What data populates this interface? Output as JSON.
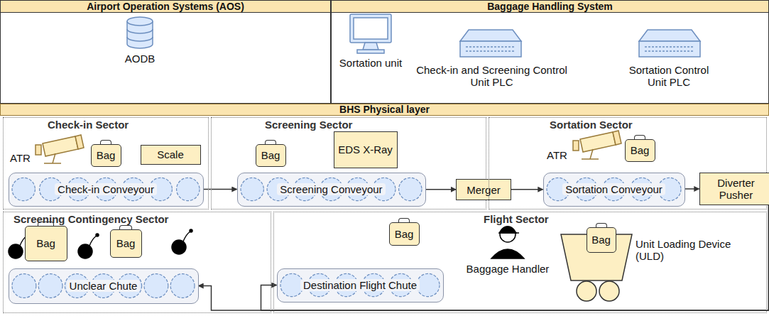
{
  "diagram": {
    "nodes": [
      {
        "text": [
          "Airport Operation Systems (AOS)"
        ]
      },
      {
        "text": [
          "Baggage Handling System"
        ]
      },
      {
        "text": [
          "BHS Physical layer"
        ]
      },
      {
        "text": [
          "Check-in Sector"
        ]
      },
      {
        "text": [
          "Bag"
        ],
        "in": 3
      },
      {
        "text": [
          "Scale"
        ],
        "in": 3
      },
      {
        "text": [
          "Check-in Conveyour"
        ],
        "in": 3
      },
      {
        "text": [
          "Screening Sector"
        ]
      },
      {
        "text": [
          "Bag"
        ],
        "in": 7
      },
      {
        "text": [
          "EDS X-Ray"
        ],
        "in": 7
      },
      {
        "text": [
          "Screening Conveyour"
        ],
        "in": 7
      },
      {
        "text": [
          "Merger"
        ]
      },
      {
        "text": [
          "Sortation Sector"
        ]
      },
      {
        "text": [
          "Bag"
        ],
        "in": 12
      },
      {
        "text": [
          "Sortation Conveyour"
        ],
        "in": 12
      },
      {
        "text": [
          "Diverter Pusher"
        ],
        "in": 12
      },
      {
        "text": [
          "Screening Contingency Sector"
        ]
      },
      {
        "text": [
          "Bag"
        ],
        "in": 16
      },
      {
        "text": [
          "Bag"
        ],
        "in": 16
      },
      {
        "text": [
          "Unclear Chute"
        ],
        "in": 16
      },
      {
        "text": [
          "Flight Sector"
        ]
      },
      {
        "text": [
          "Bag"
        ],
        "in": 20
      },
      {
        "text": [
          "Destination Flight Chute"
        ],
        "in": 20
      },
      {
        "text": [
          "Bag"
        ],
        "in": 20
      }
    ],
    "edges": [
      {
        "from": 6,
        "to": 10,
        "arrow": "to"
      },
      {
        "from": 10,
        "to": 11,
        "arrow": "to"
      },
      {
        "from": 11,
        "to": 14,
        "arrow": "to"
      },
      {
        "from": 14,
        "to": 15,
        "arrow": "to"
      },
      {
        "from": 15,
        "to": 19,
        "arrow": "to"
      },
      {
        "from": 15,
        "to": 22,
        "arrow": "to"
      }
    ],
    "labels": [
      "AODB",
      "Sortation unit",
      "Check-in and Screening Control Unit PLC",
      "Sortation Control Unit PLC",
      "ATR",
      "ATR",
      "Baggage Handler",
      "Unit Loading Device (ULD)"
    ]
  }
}
